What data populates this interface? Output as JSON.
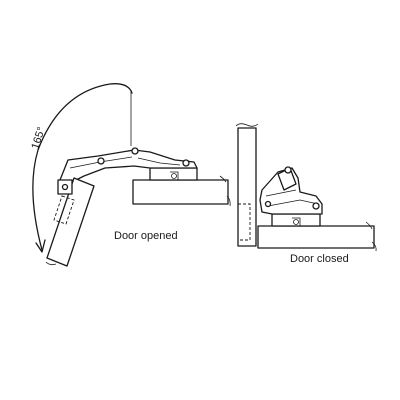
{
  "figure": {
    "angle_label": "165°",
    "label_opened": "Door opened",
    "label_closed": "Door closed"
  },
  "icons": {
    "hinge_open": "concealed-hinge-open-icon",
    "hinge_closed": "concealed-hinge-closed-icon"
  },
  "colors": {
    "line": "#1a1a1a",
    "background": "#ffffff"
  }
}
